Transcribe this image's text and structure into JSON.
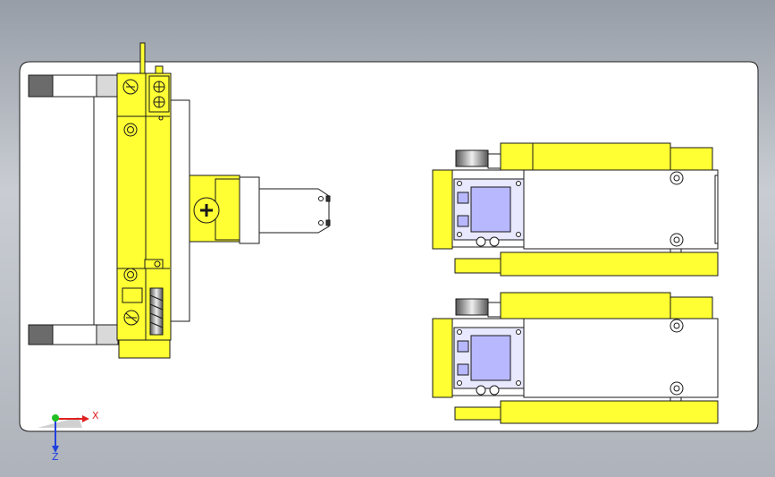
{
  "view": {
    "background_top": "#9ba1ab",
    "background_bottom": "#b2b7bf",
    "sheet_color": "#ffffff"
  },
  "colors": {
    "part_yellow": "#ffff33",
    "part_outline": "#1a1a1a",
    "dark_block": "#6b6b6b",
    "light_gray": "#d9d9d9",
    "sensor_blue": "#b8b8ff",
    "axis_x": "#e02020",
    "axis_y": "#20c020",
    "axis_z": "#2040e0"
  },
  "triad": {
    "x_label": "X",
    "z_label": "Z",
    "y_icon": "y-axis-sphere"
  }
}
